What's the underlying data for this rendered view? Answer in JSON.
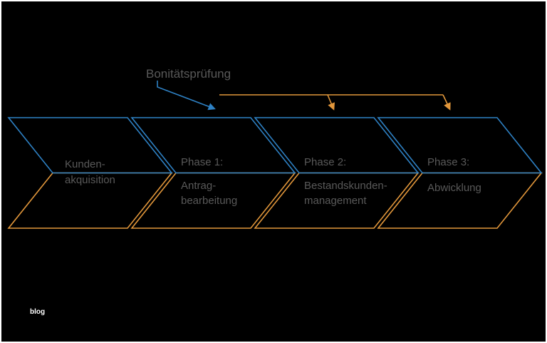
{
  "page": {
    "background": "#000000",
    "border_color": "#ffffff"
  },
  "diagram": {
    "annotation": {
      "label": "Bonitätsprüfung"
    },
    "colors": {
      "blue": "#2e81c4",
      "orange": "#e2973b",
      "text": "#595959",
      "watermark": "#ffffff"
    },
    "phases": [
      {
        "heading": "",
        "lines": [
          "Kunden-",
          "akquisition"
        ]
      },
      {
        "heading": "Phase 1:",
        "lines": [
          "Antrag-",
          "bearbeitung"
        ]
      },
      {
        "heading": "Phase 2:",
        "lines": [
          "Bestandskunden-",
          "management"
        ]
      },
      {
        "heading": "Phase 3:",
        "lines": [
          "Abwicklung"
        ]
      }
    ],
    "watermark": "blog"
  }
}
